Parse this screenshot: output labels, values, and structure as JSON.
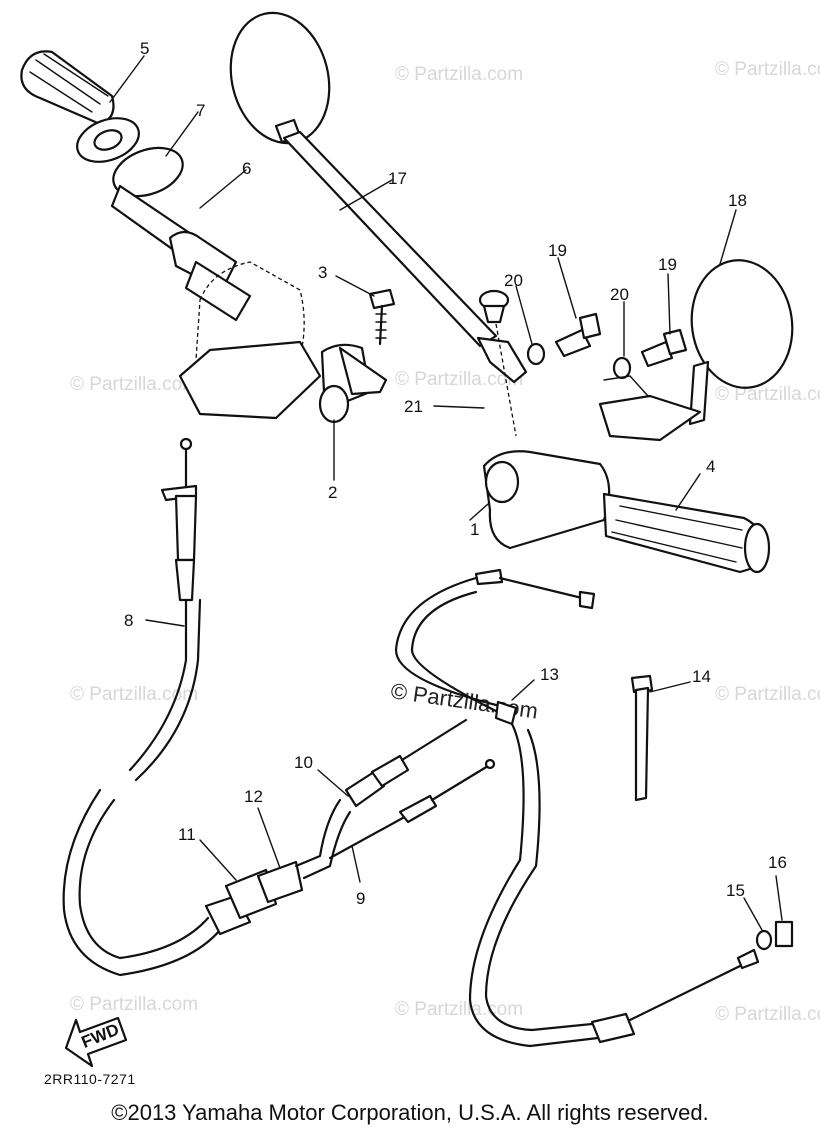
{
  "watermark": {
    "text": "© Partzilla.com",
    "main_text": "© Partzilla.com"
  },
  "diagram": {
    "code": "2RR110-7271",
    "fwd_label": "FWD",
    "callouts": [
      "1",
      "2",
      "3",
      "4",
      "5",
      "6",
      "7",
      "8",
      "9",
      "10",
      "11",
      "12",
      "13",
      "14",
      "15",
      "16",
      "17",
      "18",
      "19",
      "19",
      "20",
      "20",
      "21"
    ]
  },
  "footer": {
    "copyright": "©2013 Yamaha Motor Corporation, U.S.A. All rights reserved."
  }
}
